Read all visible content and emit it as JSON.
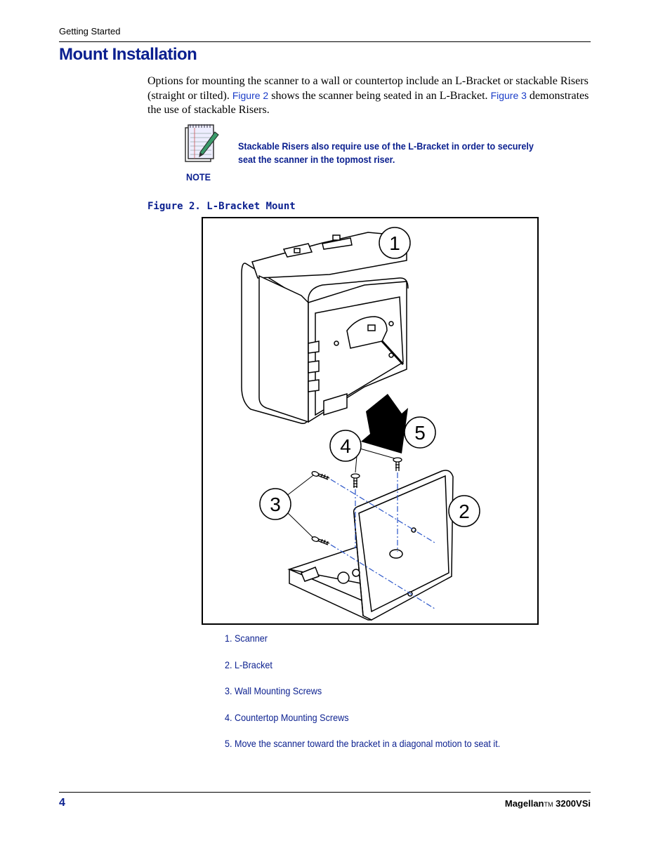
{
  "header": {
    "section": "Getting Started"
  },
  "title": "Mount Installation",
  "intro": {
    "part1": "Options for mounting the scanner to a wall or countertop include an L-Bracket or stackable Risers (straight or tilted). ",
    "xref1": "Figure 2",
    "part2": " shows the scanner being seated in an L-Bracket. ",
    "xref2": "Figure 3",
    "part3": " demonstrates the use of stackable Risers."
  },
  "note": {
    "label": "NOTE",
    "text": "Stackable Risers also require use of the L-Bracket in order to securely seat the scanner in the topmost riser."
  },
  "figure": {
    "caption": "Figure 2. L-Bracket Mount",
    "callouts": [
      "1",
      "2",
      "3",
      "4",
      "5"
    ]
  },
  "legend": [
    "1. Scanner",
    "2. L-Bracket",
    "3. Wall Mounting Screws",
    "4. Countertop Mounting Screws",
    "5. Move the scanner toward the bracket in a diagonal motion to seat it."
  ],
  "footer": {
    "page_number": "4",
    "product": "Magellan",
    "trademark": "TM",
    "model": " 3200VSi"
  },
  "colors": {
    "heading_blue": "#0a1f8f",
    "link_blue": "#1a3cc8",
    "guide_line": "#2a55c8"
  }
}
